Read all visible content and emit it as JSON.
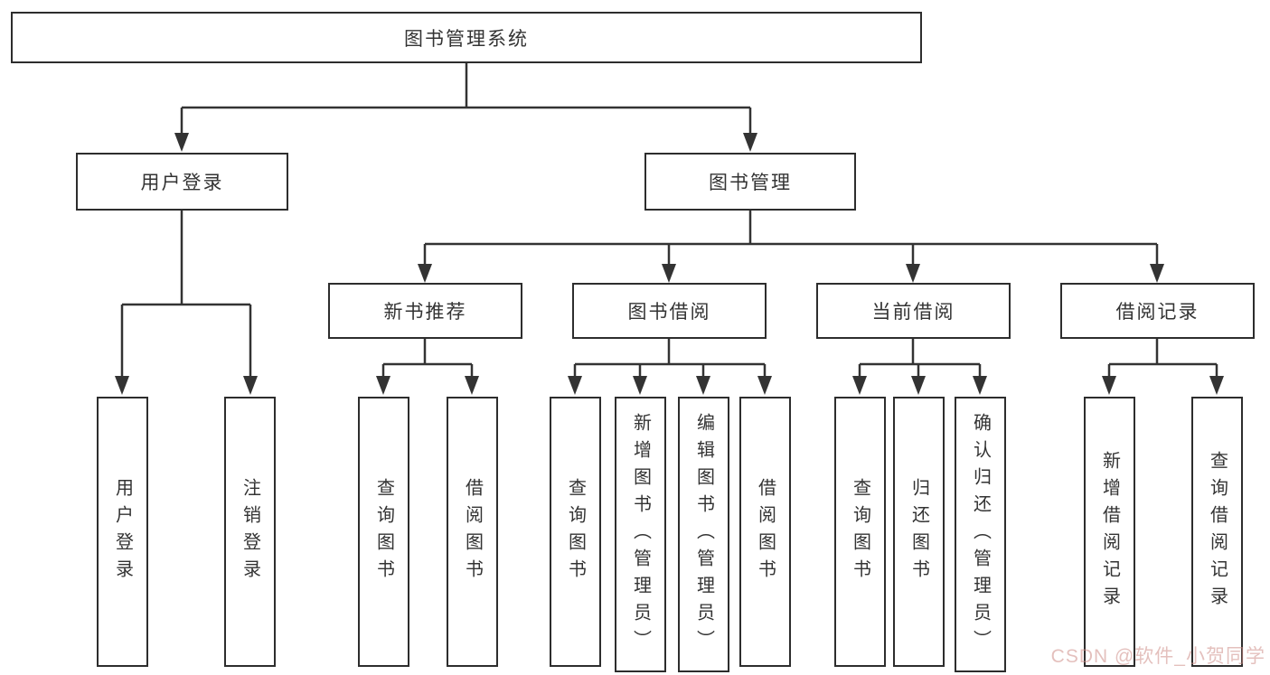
{
  "diagram": {
    "root": {
      "label": "图书管理系统"
    },
    "branches": [
      {
        "label": "用户登录",
        "children": [
          "用户登录",
          "注销登录"
        ]
      },
      {
        "label": "图书管理",
        "sections": [
          {
            "label": "新书推荐",
            "children": [
              "查询图书",
              "借阅图书"
            ]
          },
          {
            "label": "图书借阅",
            "children": [
              "查询图书",
              "新增图书（管理员）",
              "编辑图书（管理员）",
              "借阅图书"
            ]
          },
          {
            "label": "当前借阅",
            "children": [
              "查询图书",
              "归还图书",
              "确认归还（管理员）"
            ]
          },
          {
            "label": "借阅记录",
            "children": [
              "新增借阅记录",
              "查询借阅记录"
            ]
          }
        ]
      }
    ]
  },
  "watermark": {
    "text": "CSDN @软件_小贺同学",
    "color": "#ce8c86"
  },
  "colors": {
    "line": "#333333",
    "box_border": "#2d2d2d",
    "text": "#333333",
    "background": "#ffffff"
  }
}
